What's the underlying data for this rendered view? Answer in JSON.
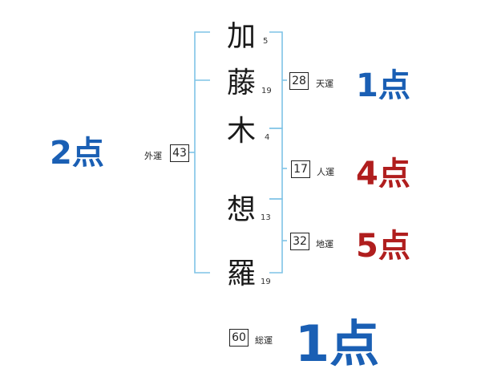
{
  "colors": {
    "bracket": "#7fc3e6",
    "good": "#1a5fb4",
    "bad": "#b01e1e"
  },
  "surname": [
    {
      "char": "加",
      "strokes": "5"
    },
    {
      "char": "藤",
      "strokes": "19"
    },
    {
      "char": "木",
      "strokes": "4"
    }
  ],
  "given": [
    {
      "char": "想",
      "strokes": "13"
    },
    {
      "char": "羅",
      "strokes": "19"
    }
  ],
  "gaiun": {
    "label": "外運",
    "value": "43",
    "score": "2点"
  },
  "tenun": {
    "label": "天運",
    "value": "28",
    "score": "1点"
  },
  "jinun": {
    "label": "人運",
    "value": "17",
    "score": "4点"
  },
  "chiun": {
    "label": "地運",
    "value": "32",
    "score": "5点"
  },
  "souun": {
    "label": "総運",
    "value": "60",
    "score": "1点"
  }
}
